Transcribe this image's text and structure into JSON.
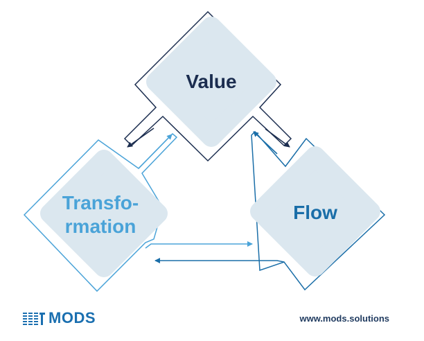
{
  "diagram": {
    "nodes": {
      "value": {
        "label": "Value",
        "color": "#1b2d4f"
      },
      "transformation": {
        "label_line1": "Transfo-",
        "label_line2": "rmation",
        "color": "#4aa3d8"
      },
      "flow": {
        "label": "Flow",
        "color": "#1a6ea8"
      }
    },
    "colors": {
      "value_outline": "#1b2d4f",
      "transformation_outline": "#4aa3d8",
      "flow_outline": "#1a6ea8",
      "diamond_fill": "#dbe7ef",
      "arrow_dark": "#1b2d4f",
      "arrow_light": "#4aa3d8",
      "arrow_mid": "#1a6ea8"
    }
  },
  "footer": {
    "logo_text": "MODS",
    "logo_icon": "mods-bars-icon",
    "url": "www.mods.solutions"
  }
}
